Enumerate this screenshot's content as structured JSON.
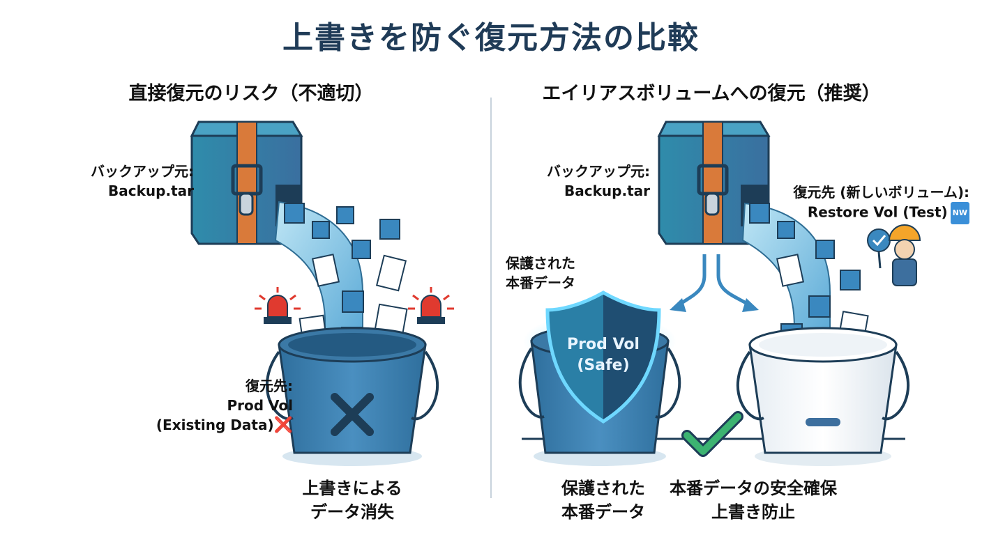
{
  "title": "上書きを防ぐ復元方法の比較",
  "left": {
    "heading": "直接復元のリスク（不適切）",
    "source_label_1": "バックアップ元:",
    "source_label_2": "Backup.tar",
    "dest_label_1": "復元先:",
    "dest_label_2": "Prod Vol",
    "dest_label_3": "(Existing Data)",
    "dest_mark": "❌",
    "caption_1": "上書きによる",
    "caption_2": "データ消失"
  },
  "right": {
    "heading": "エイリアスボリュームへの復元（推奨）",
    "source_label_1": "バックアップ元:",
    "source_label_2": "Backup.tar",
    "new_dest_label_1": "復元先 (新しいボリューム):",
    "new_dest_label_2": "Restore Vol (Test)",
    "new_badge": "NW",
    "protected_label_1": "保護された",
    "protected_label_2": "本番データ",
    "shield_text_1": "Prod Vol",
    "shield_text_2": "(Safe)",
    "caption_left_1": "保護された",
    "caption_left_2": "本番データ",
    "caption_right_1": "本番データの安全確保",
    "caption_right_2": "上書き防止"
  },
  "colors": {
    "title": "#1f3b57",
    "bucket_blue": "#3d7fae",
    "box_teal": "#2e86a8",
    "strap_orange": "#d97a3a",
    "alert_red": "#e03a2f",
    "check_green": "#3cb371"
  }
}
